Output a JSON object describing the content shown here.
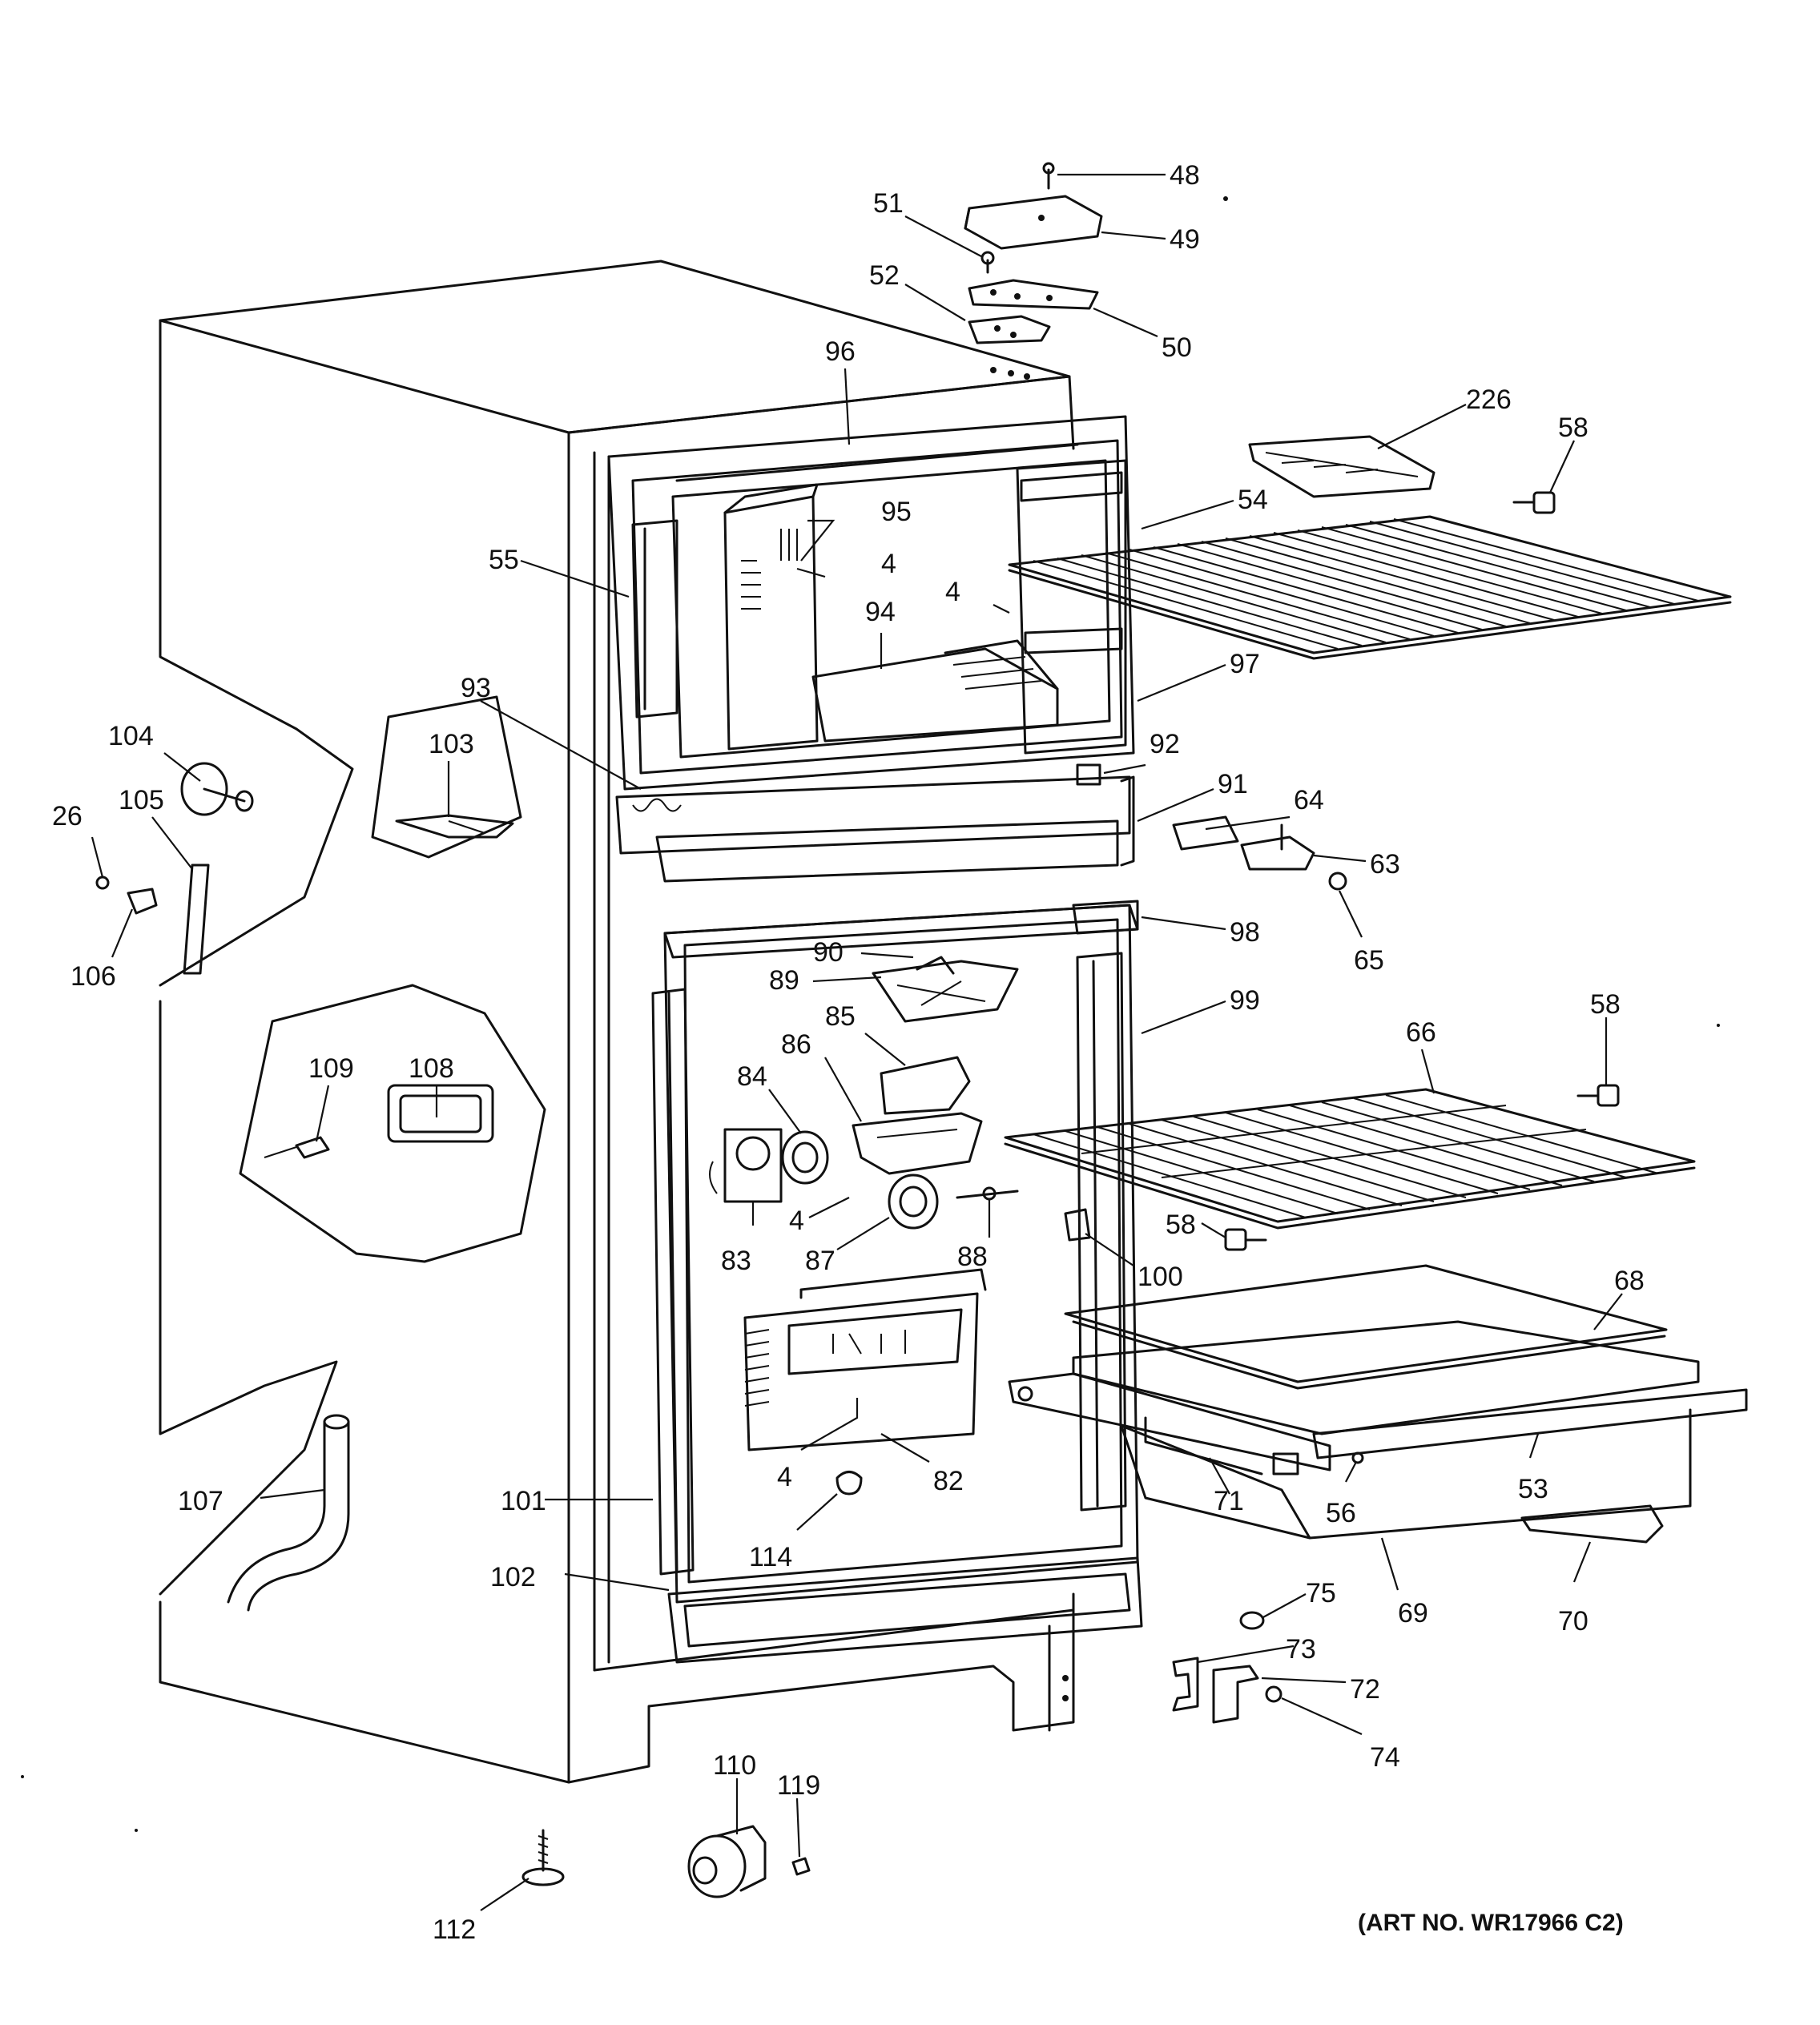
{
  "art_number": "(ART NO. WR17966 C2)",
  "callouts": [
    {
      "id": "c-48",
      "label": "48"
    },
    {
      "id": "c-49",
      "label": "49"
    },
    {
      "id": "c-51",
      "label": "51"
    },
    {
      "id": "c-52",
      "label": "52"
    },
    {
      "id": "c-50",
      "label": "50"
    },
    {
      "id": "c-96",
      "label": "96"
    },
    {
      "id": "c-226",
      "label": "226"
    },
    {
      "id": "c-58a",
      "label": "58"
    },
    {
      "id": "c-54",
      "label": "54"
    },
    {
      "id": "c-95",
      "label": "95"
    },
    {
      "id": "c-55",
      "label": "55"
    },
    {
      "id": "c-4a",
      "label": "4"
    },
    {
      "id": "c-4b",
      "label": "4"
    },
    {
      "id": "c-94",
      "label": "94"
    },
    {
      "id": "c-97",
      "label": "97"
    },
    {
      "id": "c-93",
      "label": "93"
    },
    {
      "id": "c-104",
      "label": "104"
    },
    {
      "id": "c-103",
      "label": "103"
    },
    {
      "id": "c-92",
      "label": "92"
    },
    {
      "id": "c-91",
      "label": "91"
    },
    {
      "id": "c-64",
      "label": "64"
    },
    {
      "id": "c-26",
      "label": "26"
    },
    {
      "id": "c-105",
      "label": "105"
    },
    {
      "id": "c-63",
      "label": "63"
    },
    {
      "id": "c-106",
      "label": "106"
    },
    {
      "id": "c-98",
      "label": "98"
    },
    {
      "id": "c-65",
      "label": "65"
    },
    {
      "id": "c-90",
      "label": "90"
    },
    {
      "id": "c-89",
      "label": "89"
    },
    {
      "id": "c-99",
      "label": "99"
    },
    {
      "id": "c-58b",
      "label": "58"
    },
    {
      "id": "c-85",
      "label": "85"
    },
    {
      "id": "c-66",
      "label": "66"
    },
    {
      "id": "c-108",
      "label": "108"
    },
    {
      "id": "c-109",
      "label": "109"
    },
    {
      "id": "c-86",
      "label": "86"
    },
    {
      "id": "c-84",
      "label": "84"
    },
    {
      "id": "c-4c",
      "label": "4"
    },
    {
      "id": "c-58c",
      "label": "58"
    },
    {
      "id": "c-83",
      "label": "83"
    },
    {
      "id": "c-87",
      "label": "87"
    },
    {
      "id": "c-88",
      "label": "88"
    },
    {
      "id": "c-100",
      "label": "100"
    },
    {
      "id": "c-68",
      "label": "68"
    },
    {
      "id": "c-4d",
      "label": "4"
    },
    {
      "id": "c-82",
      "label": "82"
    },
    {
      "id": "c-71",
      "label": "71"
    },
    {
      "id": "c-56",
      "label": "56"
    },
    {
      "id": "c-53",
      "label": "53"
    },
    {
      "id": "c-107",
      "label": "107"
    },
    {
      "id": "c-101",
      "label": "101"
    },
    {
      "id": "c-114",
      "label": "114"
    },
    {
      "id": "c-102",
      "label": "102"
    },
    {
      "id": "c-75",
      "label": "75"
    },
    {
      "id": "c-69",
      "label": "69"
    },
    {
      "id": "c-70",
      "label": "70"
    },
    {
      "id": "c-73",
      "label": "73"
    },
    {
      "id": "c-72",
      "label": "72"
    },
    {
      "id": "c-74",
      "label": "74"
    },
    {
      "id": "c-110",
      "label": "110"
    },
    {
      "id": "c-119",
      "label": "119"
    },
    {
      "id": "c-112",
      "label": "112"
    }
  ]
}
